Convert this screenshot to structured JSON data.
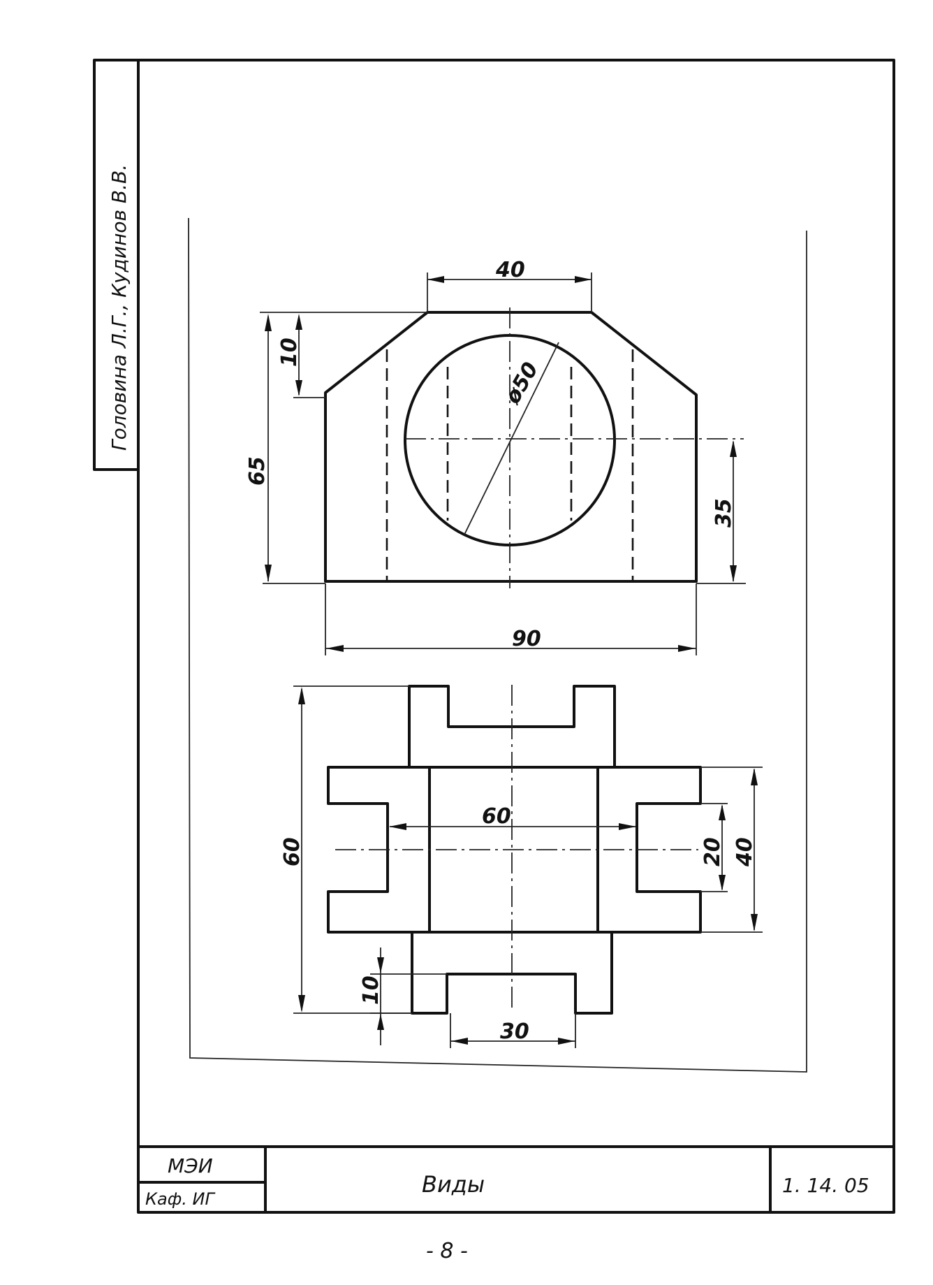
{
  "authors": "Головина Л.Г., Кудинов В.В.",
  "title_block": {
    "org": "МЭИ",
    "dept": "Каф. ИГ",
    "title": "Виды",
    "code": "1. 14. 05"
  },
  "page_number": "- 8 -",
  "front_view": {
    "dims": {
      "top_width": "40",
      "shoulder": "10",
      "height": "65",
      "diameter": "ø50",
      "axis_height": "35",
      "width": "90"
    }
  },
  "top_view": {
    "dims": {
      "length": "60",
      "inner": "60",
      "slot": "20",
      "width": "40",
      "tab": "10",
      "bottom_slot": "30"
    }
  }
}
